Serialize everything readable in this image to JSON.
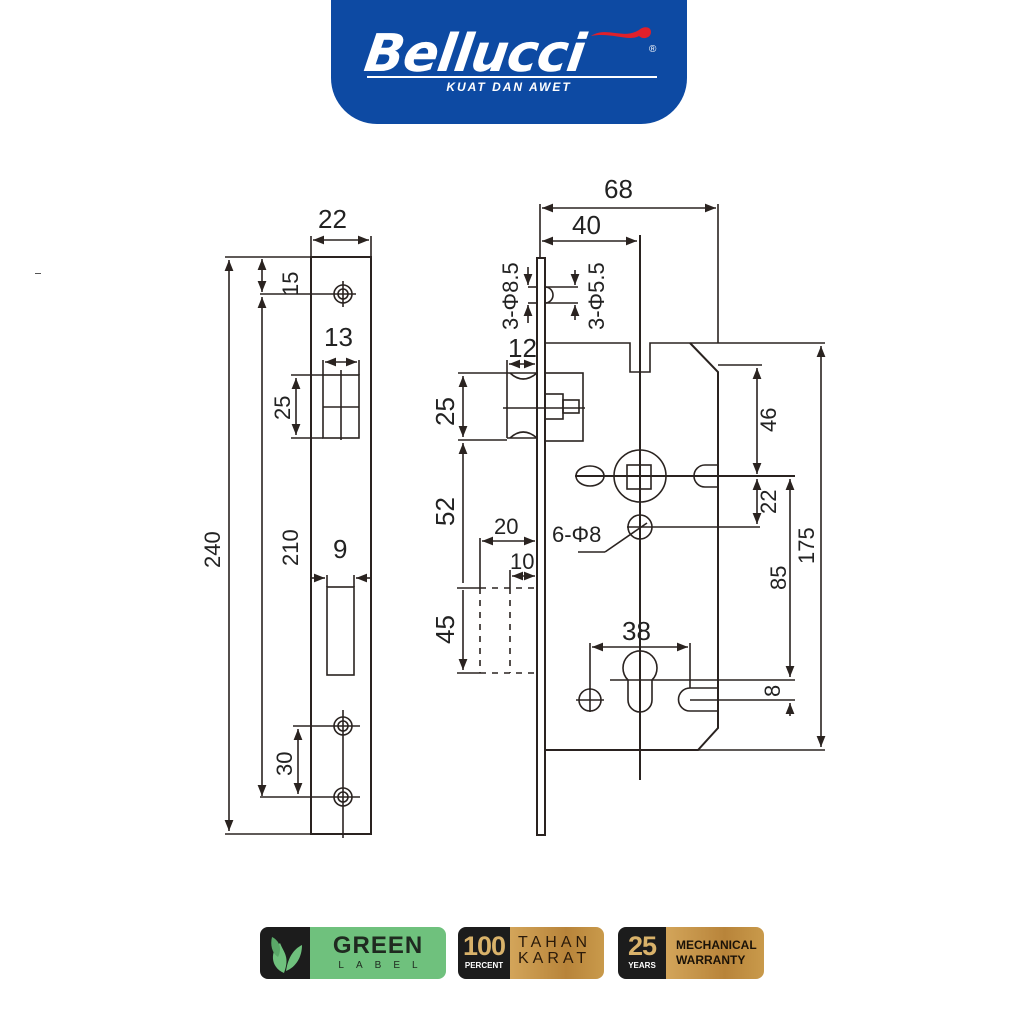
{
  "brand": {
    "name": "Bellucci",
    "registered_mark": "®",
    "tagline": "KUAT DAN AWET",
    "colors": {
      "primary": "#0d4aa3",
      "accent": "#e0202a",
      "text": "#ffffff"
    }
  },
  "drawing": {
    "strike_plate_view": {
      "width": "22",
      "top_to_first_hole": "15",
      "latch_opening_width": "13",
      "latch_opening_height": "25",
      "hole_span": "210",
      "total_height": "240",
      "bolt_opening_width": "9",
      "bottom_hole_spacing": "30"
    },
    "lock_body_view": {
      "total_depth": "68",
      "backset": "40",
      "faceplate_hole_a": "3-Φ8.5",
      "faceplate_hole_b": "3-Φ5.5",
      "latch_projection": "12",
      "latch_height": "25",
      "latch_to_bolt": "52",
      "bolt_throw": "20",
      "bolt_projection_retracted": "10",
      "bolt_height": "45",
      "mounting_holes": "6-Φ8",
      "cylinder_hole_spacing": "38",
      "top_to_spindle": "46",
      "spindle_to_hole": "22",
      "spindle_to_cylinder": "85",
      "cylinder_offset": "8",
      "case_height": "175"
    }
  },
  "badges": [
    {
      "icon": "leaf-icon",
      "title": "GREEN",
      "subtitle": "LABEL",
      "color": "#6fc17d"
    },
    {
      "number": "100",
      "number_caption": "PERCENT",
      "line1": "TAHAN",
      "line2": "KARAT",
      "color": "#c99a4b"
    },
    {
      "number": "25",
      "number_caption": "YEARS",
      "line1": "MECHANICAL",
      "line2": "WARRANTY",
      "color": "#c99a4b"
    }
  ]
}
